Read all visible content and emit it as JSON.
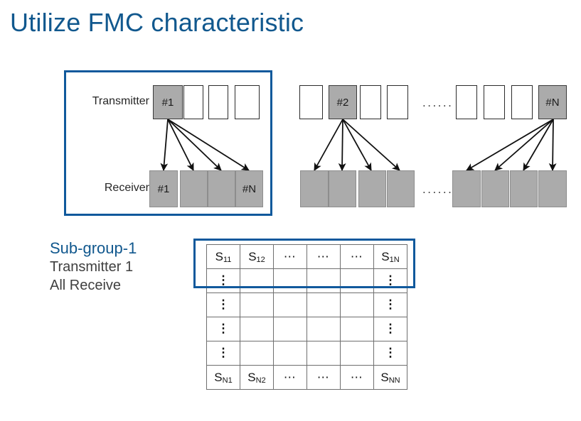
{
  "slide": {
    "title": "Utilize FMC characteristic",
    "accent_blue": "#11588E",
    "border_blue": "#10599C",
    "element_gray": "#ABABAB"
  },
  "diagram": {
    "row_labels": {
      "transmitter": "Transmitter",
      "receiver": "Receiver"
    },
    "group_separator_dots": "......",
    "groups": [
      {
        "id": "group-1",
        "highlighted": true,
        "transmitters": [
          {
            "label": "#1",
            "active": true
          },
          {
            "label": "",
            "active": false
          },
          {
            "label": "",
            "active": false
          },
          {
            "label": "",
            "active": false
          }
        ],
        "receivers": [
          {
            "label": "#1"
          },
          {
            "label": ""
          },
          {
            "label": ""
          },
          {
            "label": "#N"
          }
        ],
        "active_transmitter_index": 0
      },
      {
        "id": "group-2",
        "highlighted": false,
        "transmitters": [
          {
            "label": "",
            "active": false
          },
          {
            "label": "#2",
            "active": true
          },
          {
            "label": "",
            "active": false
          },
          {
            "label": "",
            "active": false
          }
        ],
        "receivers": [
          {
            "label": ""
          },
          {
            "label": ""
          },
          {
            "label": ""
          },
          {
            "label": ""
          }
        ],
        "active_transmitter_index": 1
      },
      {
        "id": "group-n",
        "highlighted": false,
        "transmitters": [
          {
            "label": "",
            "active": false
          },
          {
            "label": "",
            "active": false
          },
          {
            "label": "",
            "active": false
          },
          {
            "label": "#N",
            "active": true
          }
        ],
        "receivers": [
          {
            "label": ""
          },
          {
            "label": ""
          },
          {
            "label": ""
          },
          {
            "label": ""
          }
        ],
        "active_transmitter_index": 3
      }
    ]
  },
  "caption": {
    "title": "Sub-group-1",
    "line1": "Transmitter 1",
    "line2": "All Receive"
  },
  "matrix": {
    "rows": 6,
    "cols": 6,
    "highlighted_row": 1,
    "cells": [
      [
        {
          "base": "S",
          "sub": "11"
        },
        {
          "base": "S",
          "sub": "12"
        },
        {
          "base": "…",
          "sub": ""
        },
        {
          "base": "…",
          "sub": ""
        },
        {
          "base": "…",
          "sub": ""
        },
        {
          "base": "S",
          "sub": "1N"
        }
      ],
      [
        {
          "base": "⋮",
          "sub": ""
        },
        {
          "base": "",
          "sub": ""
        },
        {
          "base": "",
          "sub": ""
        },
        {
          "base": "",
          "sub": ""
        },
        {
          "base": "",
          "sub": ""
        },
        {
          "base": "⋮",
          "sub": ""
        }
      ],
      [
        {
          "base": "⋮",
          "sub": ""
        },
        {
          "base": "",
          "sub": ""
        },
        {
          "base": "",
          "sub": ""
        },
        {
          "base": "",
          "sub": ""
        },
        {
          "base": "",
          "sub": ""
        },
        {
          "base": "⋮",
          "sub": ""
        }
      ],
      [
        {
          "base": "⋮",
          "sub": ""
        },
        {
          "base": "",
          "sub": ""
        },
        {
          "base": "",
          "sub": ""
        },
        {
          "base": "",
          "sub": ""
        },
        {
          "base": "",
          "sub": ""
        },
        {
          "base": "⋮",
          "sub": ""
        }
      ],
      [
        {
          "base": "⋮",
          "sub": ""
        },
        {
          "base": "",
          "sub": ""
        },
        {
          "base": "",
          "sub": ""
        },
        {
          "base": "",
          "sub": ""
        },
        {
          "base": "",
          "sub": ""
        },
        {
          "base": "⋮",
          "sub": ""
        }
      ],
      [
        {
          "base": "S",
          "sub": "N1"
        },
        {
          "base": "S",
          "sub": "N2"
        },
        {
          "base": "…",
          "sub": ""
        },
        {
          "base": "…",
          "sub": ""
        },
        {
          "base": "…",
          "sub": ""
        },
        {
          "base": "S",
          "sub": "NN"
        }
      ]
    ]
  }
}
